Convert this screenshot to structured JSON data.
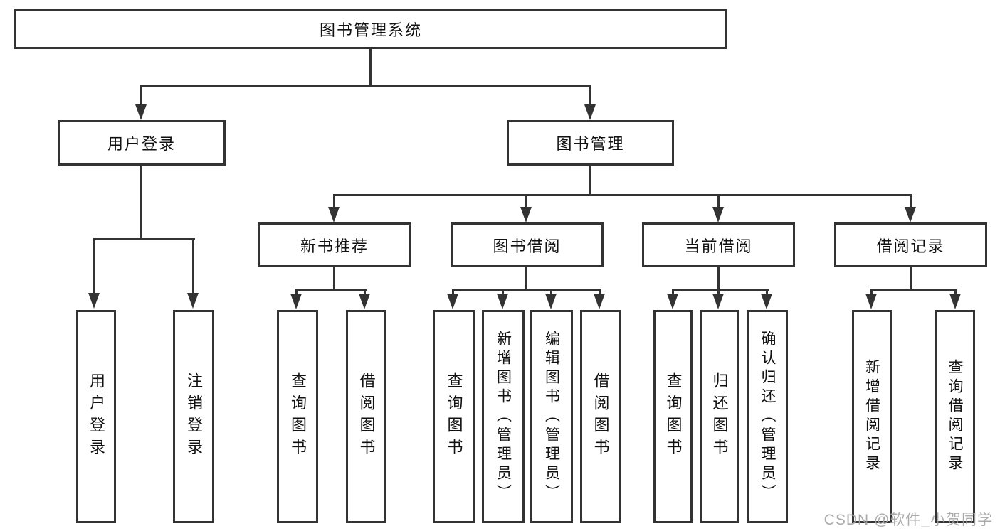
{
  "tree": {
    "root": {
      "label": "图书管理系统"
    },
    "level2": [
      {
        "id": "user-login",
        "label": "用户登录"
      },
      {
        "id": "book-management",
        "label": "图书管理"
      }
    ],
    "level3": [
      {
        "id": "new-book-recommend",
        "label": "新书推荐",
        "parent": "图书管理"
      },
      {
        "id": "book-borrow",
        "label": "图书借阅",
        "parent": "图书管理"
      },
      {
        "id": "current-borrow",
        "label": "当前借阅",
        "parent": "图书管理"
      },
      {
        "id": "borrow-records",
        "label": "借阅记录",
        "parent": "图书管理"
      }
    ],
    "leaves": [
      {
        "label": "用户登录",
        "parent": "用户登录"
      },
      {
        "label": "注销登录",
        "parent": "用户登录"
      },
      {
        "label": "查询图书",
        "parent": "新书推荐"
      },
      {
        "label": "借阅图书",
        "parent": "新书推荐"
      },
      {
        "label": "查询图书",
        "parent": "图书借阅"
      },
      {
        "label": "新增图书（管理员）",
        "parent": "图书借阅"
      },
      {
        "label": "编辑图书（管理员）",
        "parent": "图书借阅"
      },
      {
        "label": "借阅图书",
        "parent": "图书借阅"
      },
      {
        "label": "查询图书",
        "parent": "当前借阅"
      },
      {
        "label": "归还图书",
        "parent": "当前借阅"
      },
      {
        "label": "确认归还（管理员）",
        "parent": "当前借阅"
      },
      {
        "label": "新增借阅记录",
        "parent": "借阅记录"
      },
      {
        "label": "查询借阅记录",
        "parent": "借阅记录"
      }
    ]
  },
  "watermark": {
    "text": "CSDN @软件_小贺同学"
  },
  "colors": {
    "line": "#333333",
    "box_border": "#333333",
    "text": "#111111",
    "background": "#ffffff",
    "watermark": "#a4a4a4"
  }
}
